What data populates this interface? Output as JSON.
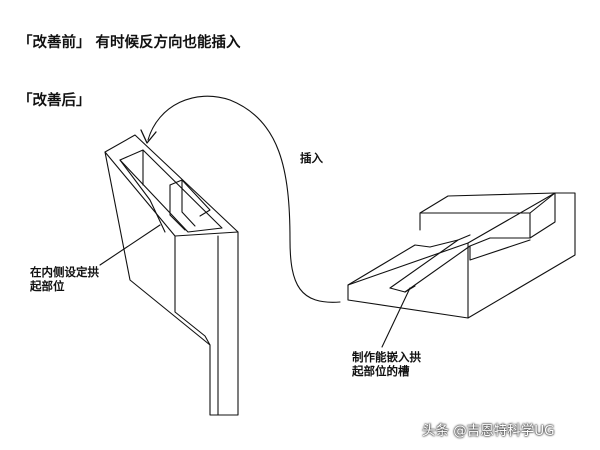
{
  "headings": {
    "before": "「改善前」 有时候反方向也能插入",
    "after": "「改善后」"
  },
  "diagram": {
    "insert_label": "插入",
    "left_part_label": "在内侧设定拱起部位",
    "right_part_label": "制作能嵌入拱起部位的槽"
  },
  "watermark": "头条 @吉恩特科学UG"
}
